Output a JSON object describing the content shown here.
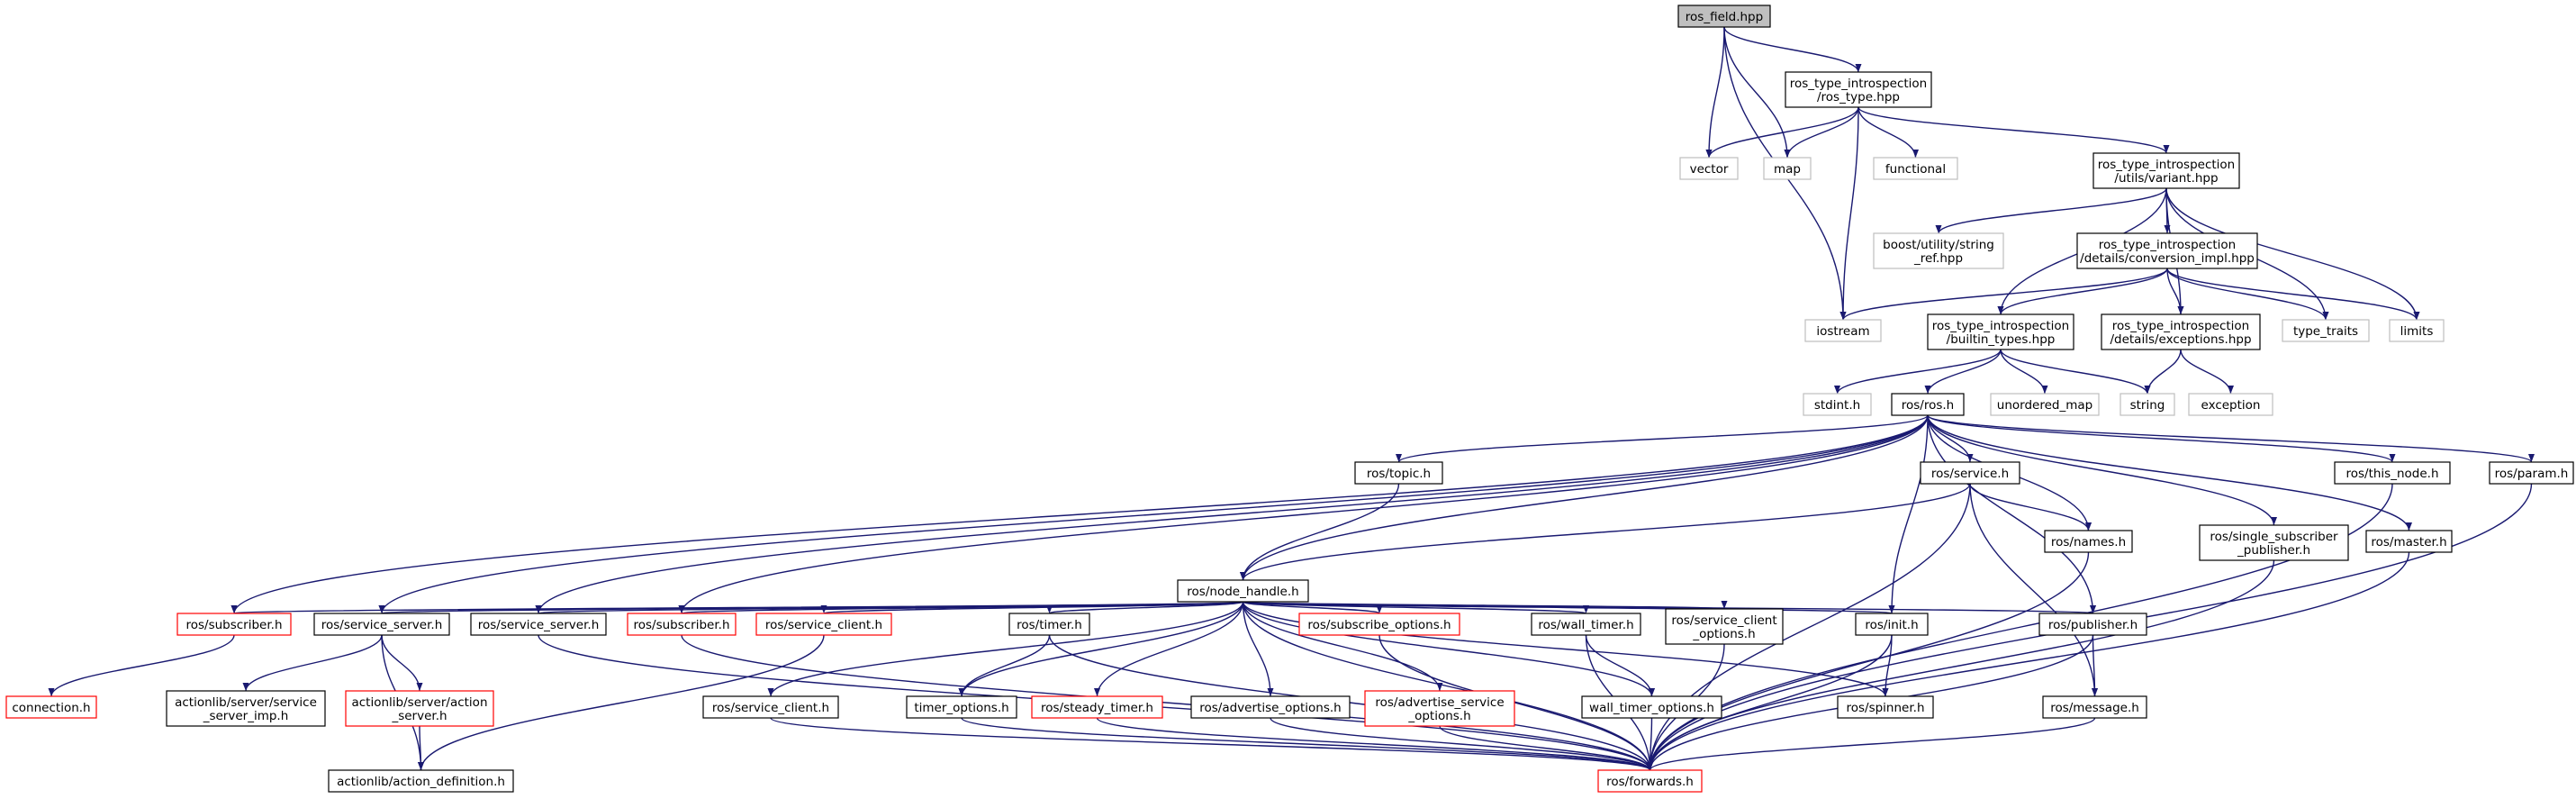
{
  "colors": {
    "edge": "#191970",
    "root_fill": "#bfbfbf",
    "node_border": "#000000",
    "external_border": "#bfbfbf",
    "red_border": "#ff0000",
    "text": "#000000"
  },
  "nodes": [
    {
      "id": "ros_field",
      "lines": [
        "ros_field.hpp"
      ],
      "style": "root"
    },
    {
      "id": "ros_type",
      "lines": [
        "ros_type_introspection",
        "/ros_type.hpp"
      ],
      "style": "normal"
    },
    {
      "id": "vector",
      "lines": [
        "vector"
      ],
      "style": "external"
    },
    {
      "id": "map",
      "lines": [
        "map"
      ],
      "style": "external"
    },
    {
      "id": "functional",
      "lines": [
        "functional"
      ],
      "style": "external"
    },
    {
      "id": "variant",
      "lines": [
        "ros_type_introspection",
        "/utils/variant.hpp"
      ],
      "style": "normal"
    },
    {
      "id": "boost_string_ref",
      "lines": [
        "boost/utility/string",
        "_ref.hpp"
      ],
      "style": "external"
    },
    {
      "id": "conversion_impl",
      "lines": [
        "ros_type_introspection",
        "/details/conversion_impl.hpp"
      ],
      "style": "normal"
    },
    {
      "id": "iostream",
      "lines": [
        "iostream"
      ],
      "style": "external"
    },
    {
      "id": "builtin_types",
      "lines": [
        "ros_type_introspection",
        "/builtin_types.hpp"
      ],
      "style": "normal"
    },
    {
      "id": "exceptions",
      "lines": [
        "ros_type_introspection",
        "/details/exceptions.hpp"
      ],
      "style": "normal"
    },
    {
      "id": "type_traits",
      "lines": [
        "type_traits"
      ],
      "style": "external"
    },
    {
      "id": "limits",
      "lines": [
        "limits"
      ],
      "style": "external"
    },
    {
      "id": "stdint",
      "lines": [
        "stdint.h"
      ],
      "style": "external"
    },
    {
      "id": "ros_h",
      "lines": [
        "ros/ros.h"
      ],
      "style": "normal"
    },
    {
      "id": "unordered_map",
      "lines": [
        "unordered_map"
      ],
      "style": "external"
    },
    {
      "id": "string",
      "lines": [
        "string"
      ],
      "style": "external"
    },
    {
      "id": "exception",
      "lines": [
        "exception"
      ],
      "style": "external"
    },
    {
      "id": "topic",
      "lines": [
        "ros/topic.h"
      ],
      "style": "normal"
    },
    {
      "id": "service",
      "lines": [
        "ros/service.h"
      ],
      "style": "normal"
    },
    {
      "id": "this_node",
      "lines": [
        "ros/this_node.h"
      ],
      "style": "normal"
    },
    {
      "id": "param",
      "lines": [
        "ros/param.h"
      ],
      "style": "normal"
    },
    {
      "id": "node_handle",
      "lines": [
        "ros/node_handle.h"
      ],
      "style": "normal"
    },
    {
      "id": "names",
      "lines": [
        "ros/names.h"
      ],
      "style": "normal"
    },
    {
      "id": "single_sub_pub",
      "lines": [
        "ros/single_subscriber",
        "_publisher.h"
      ],
      "style": "normal"
    },
    {
      "id": "master",
      "lines": [
        "ros/master.h"
      ],
      "style": "normal"
    },
    {
      "id": "subscriber_a",
      "lines": [
        "ros/subscriber.h"
      ],
      "style": "red"
    },
    {
      "id": "service_server_a",
      "lines": [
        "ros/service_server.h"
      ],
      "style": "normal"
    },
    {
      "id": "service_server_b",
      "lines": [
        "ros/service_server.h"
      ],
      "style": "normal"
    },
    {
      "id": "subscriber_b",
      "lines": [
        "ros/subscriber.h"
      ],
      "style": "red"
    },
    {
      "id": "service_client_red",
      "lines": [
        "ros/service_client.h"
      ],
      "style": "red"
    },
    {
      "id": "timer",
      "lines": [
        "ros/timer.h"
      ],
      "style": "normal"
    },
    {
      "id": "subscribe_options",
      "lines": [
        "ros/subscribe_options.h"
      ],
      "style": "red"
    },
    {
      "id": "wall_timer",
      "lines": [
        "ros/wall_timer.h"
      ],
      "style": "normal"
    },
    {
      "id": "service_client_options",
      "lines": [
        "ros/service_client",
        "_options.h"
      ],
      "style": "normal"
    },
    {
      "id": "init",
      "lines": [
        "ros/init.h"
      ],
      "style": "normal"
    },
    {
      "id": "publisher",
      "lines": [
        "ros/publisher.h"
      ],
      "style": "normal"
    },
    {
      "id": "connection",
      "lines": [
        "connection.h"
      ],
      "style": "red"
    },
    {
      "id": "service_server_imp",
      "lines": [
        "actionlib/server/service",
        "_server_imp.h"
      ],
      "style": "normal"
    },
    {
      "id": "action_server",
      "lines": [
        "actionlib/server/action",
        "_server.h"
      ],
      "style": "red"
    },
    {
      "id": "service_client",
      "lines": [
        "ros/service_client.h"
      ],
      "style": "normal"
    },
    {
      "id": "timer_options",
      "lines": [
        "timer_options.h"
      ],
      "style": "normal"
    },
    {
      "id": "steady_timer",
      "lines": [
        "ros/steady_timer.h"
      ],
      "style": "red"
    },
    {
      "id": "advertise_options",
      "lines": [
        "ros/advertise_options.h"
      ],
      "style": "normal"
    },
    {
      "id": "advertise_service_options",
      "lines": [
        "ros/advertise_service",
        "_options.h"
      ],
      "style": "red"
    },
    {
      "id": "wall_timer_options",
      "lines": [
        "wall_timer_options.h"
      ],
      "style": "normal"
    },
    {
      "id": "spinner",
      "lines": [
        "ros/spinner.h"
      ],
      "style": "normal"
    },
    {
      "id": "message",
      "lines": [
        "ros/message.h"
      ],
      "style": "normal"
    },
    {
      "id": "action_definition",
      "lines": [
        "actionlib/action_definition.h"
      ],
      "style": "normal"
    },
    {
      "id": "forwards",
      "lines": [
        "ros/forwards.h"
      ],
      "style": "red"
    }
  ],
  "edges": [
    [
      "ros_field",
      "ros_type"
    ],
    [
      "ros_field",
      "vector"
    ],
    [
      "ros_field",
      "map"
    ],
    [
      "ros_field",
      "iostream"
    ],
    [
      "ros_type",
      "vector"
    ],
    [
      "ros_type",
      "map"
    ],
    [
      "ros_type",
      "functional"
    ],
    [
      "ros_type",
      "variant"
    ],
    [
      "ros_type",
      "iostream"
    ],
    [
      "variant",
      "boost_string_ref"
    ],
    [
      "variant",
      "conversion_impl"
    ],
    [
      "variant",
      "builtin_types"
    ],
    [
      "variant",
      "exceptions"
    ],
    [
      "variant",
      "type_traits"
    ],
    [
      "variant",
      "limits"
    ],
    [
      "conversion_impl",
      "iostream"
    ],
    [
      "conversion_impl",
      "builtin_types"
    ],
    [
      "conversion_impl",
      "exceptions"
    ],
    [
      "conversion_impl",
      "type_traits"
    ],
    [
      "conversion_impl",
      "limits"
    ],
    [
      "builtin_types",
      "stdint"
    ],
    [
      "builtin_types",
      "ros_h"
    ],
    [
      "builtin_types",
      "unordered_map"
    ],
    [
      "builtin_types",
      "string"
    ],
    [
      "exceptions",
      "string"
    ],
    [
      "exceptions",
      "exception"
    ],
    [
      "ros_h",
      "topic"
    ],
    [
      "ros_h",
      "service"
    ],
    [
      "ros_h",
      "this_node"
    ],
    [
      "ros_h",
      "param"
    ],
    [
      "ros_h",
      "node_handle"
    ],
    [
      "ros_h",
      "names"
    ],
    [
      "ros_h",
      "single_sub_pub"
    ],
    [
      "ros_h",
      "master"
    ],
    [
      "ros_h",
      "subscriber_a"
    ],
    [
      "ros_h",
      "service_server_a"
    ],
    [
      "ros_h",
      "service_server_b"
    ],
    [
      "ros_h",
      "subscriber_b"
    ],
    [
      "ros_h",
      "init"
    ],
    [
      "ros_h",
      "publisher"
    ],
    [
      "topic",
      "node_handle"
    ],
    [
      "service",
      "node_handle"
    ],
    [
      "service",
      "names"
    ],
    [
      "service",
      "message"
    ],
    [
      "service",
      "forwards"
    ],
    [
      "node_handle",
      "subscriber_a"
    ],
    [
      "node_handle",
      "service_server_a"
    ],
    [
      "node_handle",
      "service_server_b"
    ],
    [
      "node_handle",
      "subscriber_b"
    ],
    [
      "node_handle",
      "service_client_red"
    ],
    [
      "node_handle",
      "timer"
    ],
    [
      "node_handle",
      "subscribe_options"
    ],
    [
      "node_handle",
      "wall_timer"
    ],
    [
      "node_handle",
      "service_client_options"
    ],
    [
      "node_handle",
      "init"
    ],
    [
      "node_handle",
      "publisher"
    ],
    [
      "node_handle",
      "service_client"
    ],
    [
      "node_handle",
      "timer_options"
    ],
    [
      "node_handle",
      "steady_timer"
    ],
    [
      "node_handle",
      "advertise_options"
    ],
    [
      "node_handle",
      "advertise_service_options"
    ],
    [
      "node_handle",
      "wall_timer_options"
    ],
    [
      "node_handle",
      "spinner"
    ],
    [
      "node_handle",
      "forwards"
    ],
    [
      "subscriber_a",
      "connection"
    ],
    [
      "service_server_a",
      "service_server_imp"
    ],
    [
      "service_server_a",
      "action_server"
    ],
    [
      "service_server_a",
      "action_definition"
    ],
    [
      "service_server_b",
      "forwards"
    ],
    [
      "subscriber_b",
      "forwards"
    ],
    [
      "service_client_red",
      "action_definition"
    ],
    [
      "timer",
      "timer_options"
    ],
    [
      "timer",
      "forwards"
    ],
    [
      "subscribe_options",
      "forwards"
    ],
    [
      "wall_timer",
      "wall_timer_options"
    ],
    [
      "wall_timer",
      "forwards"
    ],
    [
      "service_client_options",
      "forwards"
    ],
    [
      "init",
      "spinner"
    ],
    [
      "init",
      "forwards"
    ],
    [
      "publisher",
      "message"
    ],
    [
      "publisher",
      "forwards"
    ],
    [
      "action_server",
      "action_definition"
    ],
    [
      "service_client",
      "forwards"
    ],
    [
      "timer_options",
      "forwards"
    ],
    [
      "steady_timer",
      "forwards"
    ],
    [
      "advertise_options",
      "forwards"
    ],
    [
      "advertise_service_options",
      "forwards"
    ],
    [
      "wall_timer_options",
      "forwards"
    ],
    [
      "names",
      "forwards"
    ],
    [
      "single_sub_pub",
      "forwards"
    ],
    [
      "master",
      "forwards"
    ],
    [
      "this_node",
      "forwards"
    ],
    [
      "param",
      "forwards"
    ],
    [
      "message",
      "forwards"
    ]
  ]
}
